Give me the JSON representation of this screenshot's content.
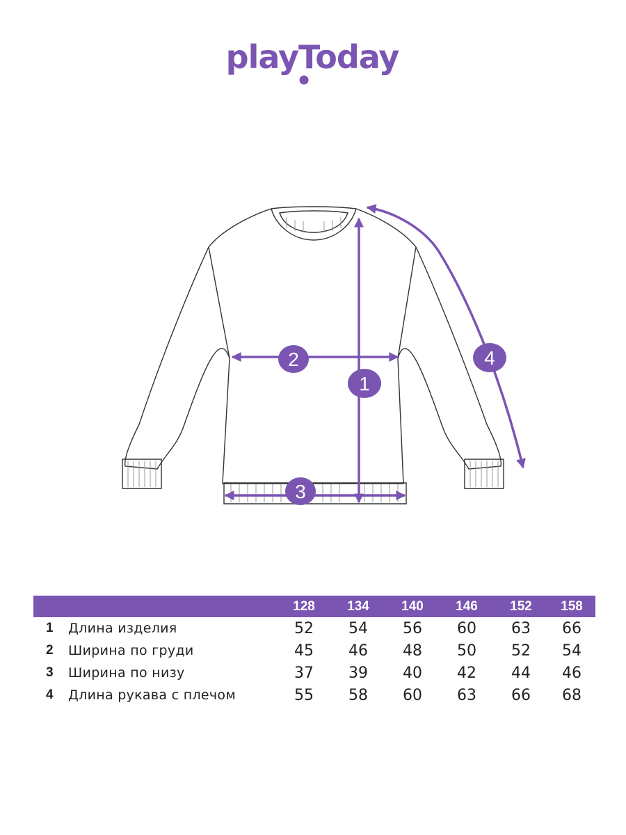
{
  "brand": {
    "name": "playToday",
    "accent": "#7a55b2"
  },
  "diagram": {
    "markers": [
      {
        "id": "1",
        "label": "1"
      },
      {
        "id": "2",
        "label": "2"
      },
      {
        "id": "3",
        "label": "3"
      },
      {
        "id": "4",
        "label": "4"
      }
    ]
  },
  "table": {
    "sizes": [
      "128",
      "134",
      "140",
      "146",
      "152",
      "158"
    ],
    "rows": [
      {
        "num": "1",
        "label": "Длина изделия",
        "values": [
          "52",
          "54",
          "56",
          "60",
          "63",
          "66"
        ]
      },
      {
        "num": "2",
        "label": "Ширина по груди",
        "values": [
          "45",
          "46",
          "48",
          "50",
          "52",
          "54"
        ]
      },
      {
        "num": "3",
        "label": "Ширина по низу",
        "values": [
          "37",
          "39",
          "40",
          "42",
          "44",
          "46"
        ]
      },
      {
        "num": "4",
        "label": "Длина рукава с плечом",
        "values": [
          "55",
          "58",
          "60",
          "63",
          "66",
          "68"
        ]
      }
    ]
  }
}
